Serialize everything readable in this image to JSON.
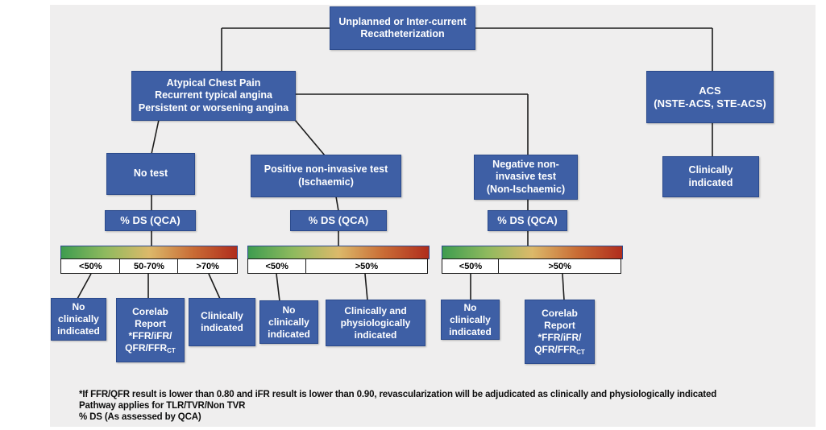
{
  "palette": {
    "box_blue": "#3e5fa5",
    "box_border": "#2b4a8c",
    "panel_bg": "#efeeee",
    "line_color": "#1c1c1c",
    "gradient": [
      "#3e9c4f",
      "#8fba5e",
      "#dcb96a",
      "#c96c35",
      "#b02d1d"
    ]
  },
  "flow": {
    "root": {
      "label": "Unplanned or Inter-current\nRecatheterization"
    },
    "left_branch": {
      "label": "Atypical Chest Pain\nRecurrent typical angina\nPersistent or worsening angina"
    },
    "right_branch": {
      "label": "ACS\n(NSTE-ACS, STE-ACS)",
      "outcome": "Clinically\nindicated"
    },
    "tests": [
      {
        "label": "No test",
        "ds": "% DS (QCA)",
        "cells": [
          "<50%",
          "50-70%",
          ">70%"
        ]
      },
      {
        "label": "Positive non-invasive test\n(Ischaemic)",
        "ds": "% DS (QCA)",
        "cells": [
          "<50%",
          ">50%"
        ]
      },
      {
        "label": "Negative non-\ninvasive test\n(Non-Ischaemic)",
        "ds": "% DS (QCA)",
        "cells": [
          "<50%",
          ">50%"
        ]
      }
    ],
    "outcomes": {
      "left": [
        {
          "text": "No\nclinically\nindicated"
        },
        {
          "text": "Corelab\nReport\n*FFR/iFR/",
          "line2": "QFR/FFR",
          "sub": "CT"
        },
        {
          "text": "Clinically\nindicated"
        }
      ],
      "middle": [
        {
          "text": "No\nclinically\nindicated"
        },
        {
          "text": "Clinically and\nphysiologically\nindicated"
        }
      ],
      "right": [
        {
          "text": "No\nclinically\nindicated"
        },
        {
          "text": "Corelab\nReport\n*FFR/iFR/",
          "line2": "QFR/FFR",
          "sub": "CT"
        }
      ]
    }
  },
  "footnotes": [
    "*If FFR/QFR result is lower than 0.80 and iFR result is lower than 0.90, revascularization will be adjudicated as clinically and physiologically indicated",
    "Pathway  applies for TLR/TVR/Non TVR",
    "% DS (As assessed by QCA)"
  ]
}
